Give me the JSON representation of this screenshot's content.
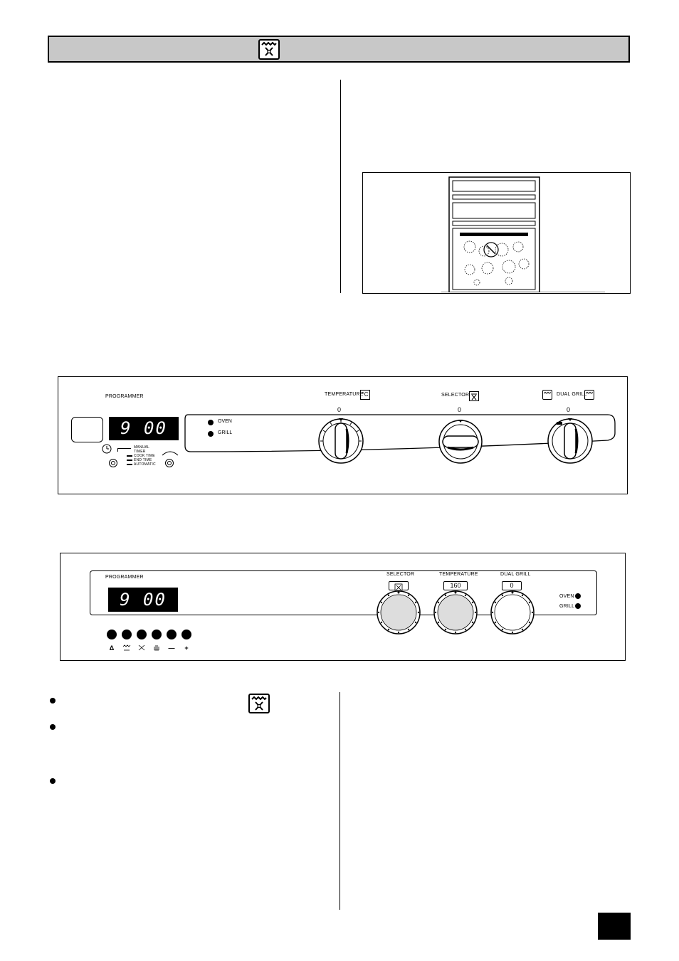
{
  "panel1": {
    "programmer_label": "PROGRAMMER",
    "display_time": "9 00",
    "oven_label": "OVEN",
    "grill_label": "GRILL",
    "temperature_label": "TEMPERATURE",
    "temperature_unit": "°C",
    "selector_label": "SELECTOR",
    "dual_grill_label": "DUAL GRILL",
    "knob_zero_1": "0",
    "knob_zero_2": "0",
    "knob_zero_3": "0",
    "modes": [
      "MANUAL",
      "TIMER",
      "COOK TIME",
      "END TIME",
      "AUTOMATIC"
    ]
  },
  "panel2": {
    "programmer_label": "PROGRAMMER",
    "display_time": "9 00",
    "selector_label": "SELECTOR",
    "temperature_label": "TEMPERATURE",
    "temperature_value": "160",
    "dual_grill_label": "DUAL GRILL",
    "dual_grill_value": "0",
    "oven_label": "OVEN",
    "grill_label": "GRILL",
    "button_symbols": [
      "Δ",
      "",
      "",
      "",
      "—",
      "+"
    ]
  },
  "icons": {
    "header": "fan-oven-icon",
    "bullet": "fan-oven-icon"
  }
}
